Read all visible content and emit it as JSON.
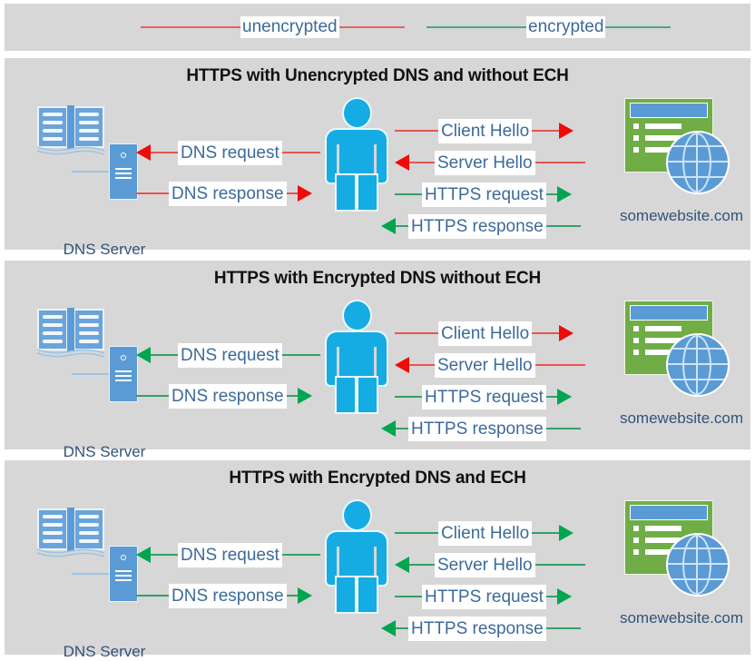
{
  "legend": {
    "items": [
      {
        "label": "unencrypted",
        "color": "#e8554e",
        "name": "legend-unencrypted"
      },
      {
        "label": "encrypted",
        "color": "#33a06b",
        "name": "legend-encrypted"
      }
    ]
  },
  "nodes": {
    "dns_server_label": "DNS Server",
    "website_label": "somewebsite.com",
    "client_icon": "person-icon",
    "dns_icon": "dns-server-icon",
    "website_icon": "website-globe-icon"
  },
  "panels": [
    {
      "title": "HTTPS with Unencrypted DNS and without ECH",
      "flows": {
        "dns_request": {
          "label": "DNS request",
          "color": "red",
          "direction": "left"
        },
        "dns_response": {
          "label": "DNS response",
          "color": "red",
          "direction": "right"
        },
        "client_hello": {
          "label": "Client Hello",
          "color": "red",
          "direction": "right"
        },
        "server_hello": {
          "label": "Server Hello",
          "color": "red",
          "direction": "left"
        },
        "https_request": {
          "label": "HTTPS request",
          "color": "green",
          "direction": "right"
        },
        "https_response": {
          "label": "HTTPS response",
          "color": "green",
          "direction": "left"
        }
      }
    },
    {
      "title": "HTTPS with Encrypted DNS without ECH",
      "flows": {
        "dns_request": {
          "label": "DNS request",
          "color": "green",
          "direction": "left"
        },
        "dns_response": {
          "label": "DNS response",
          "color": "green",
          "direction": "right"
        },
        "client_hello": {
          "label": "Client Hello",
          "color": "red",
          "direction": "right"
        },
        "server_hello": {
          "label": "Server Hello",
          "color": "red",
          "direction": "left"
        },
        "https_request": {
          "label": "HTTPS request",
          "color": "green",
          "direction": "right"
        },
        "https_response": {
          "label": "HTTPS response",
          "color": "green",
          "direction": "left"
        }
      }
    },
    {
      "title": "HTTPS with Encrypted DNS and ECH",
      "flows": {
        "dns_request": {
          "label": "DNS request",
          "color": "green",
          "direction": "left"
        },
        "dns_response": {
          "label": "DNS response",
          "color": "green",
          "direction": "right"
        },
        "client_hello": {
          "label": "Client Hello",
          "color": "green",
          "direction": "right"
        },
        "server_hello": {
          "label": "Server Hello",
          "color": "green",
          "direction": "left"
        },
        "https_request": {
          "label": "HTTPS request",
          "color": "green",
          "direction": "right"
        },
        "https_response": {
          "label": "HTTPS response",
          "color": "green",
          "direction": "left"
        }
      }
    }
  ],
  "colors": {
    "panel_background": "#d7d7d7",
    "page_background": "#ffffff",
    "label_text": "#3c6a9b",
    "title_text": "#111111",
    "unencrypted": "#e8554e",
    "encrypted": "#33a06b",
    "client_blue": "#15ace4",
    "server_blue": "#5b9bd5",
    "website_green": "#70ad47"
  }
}
